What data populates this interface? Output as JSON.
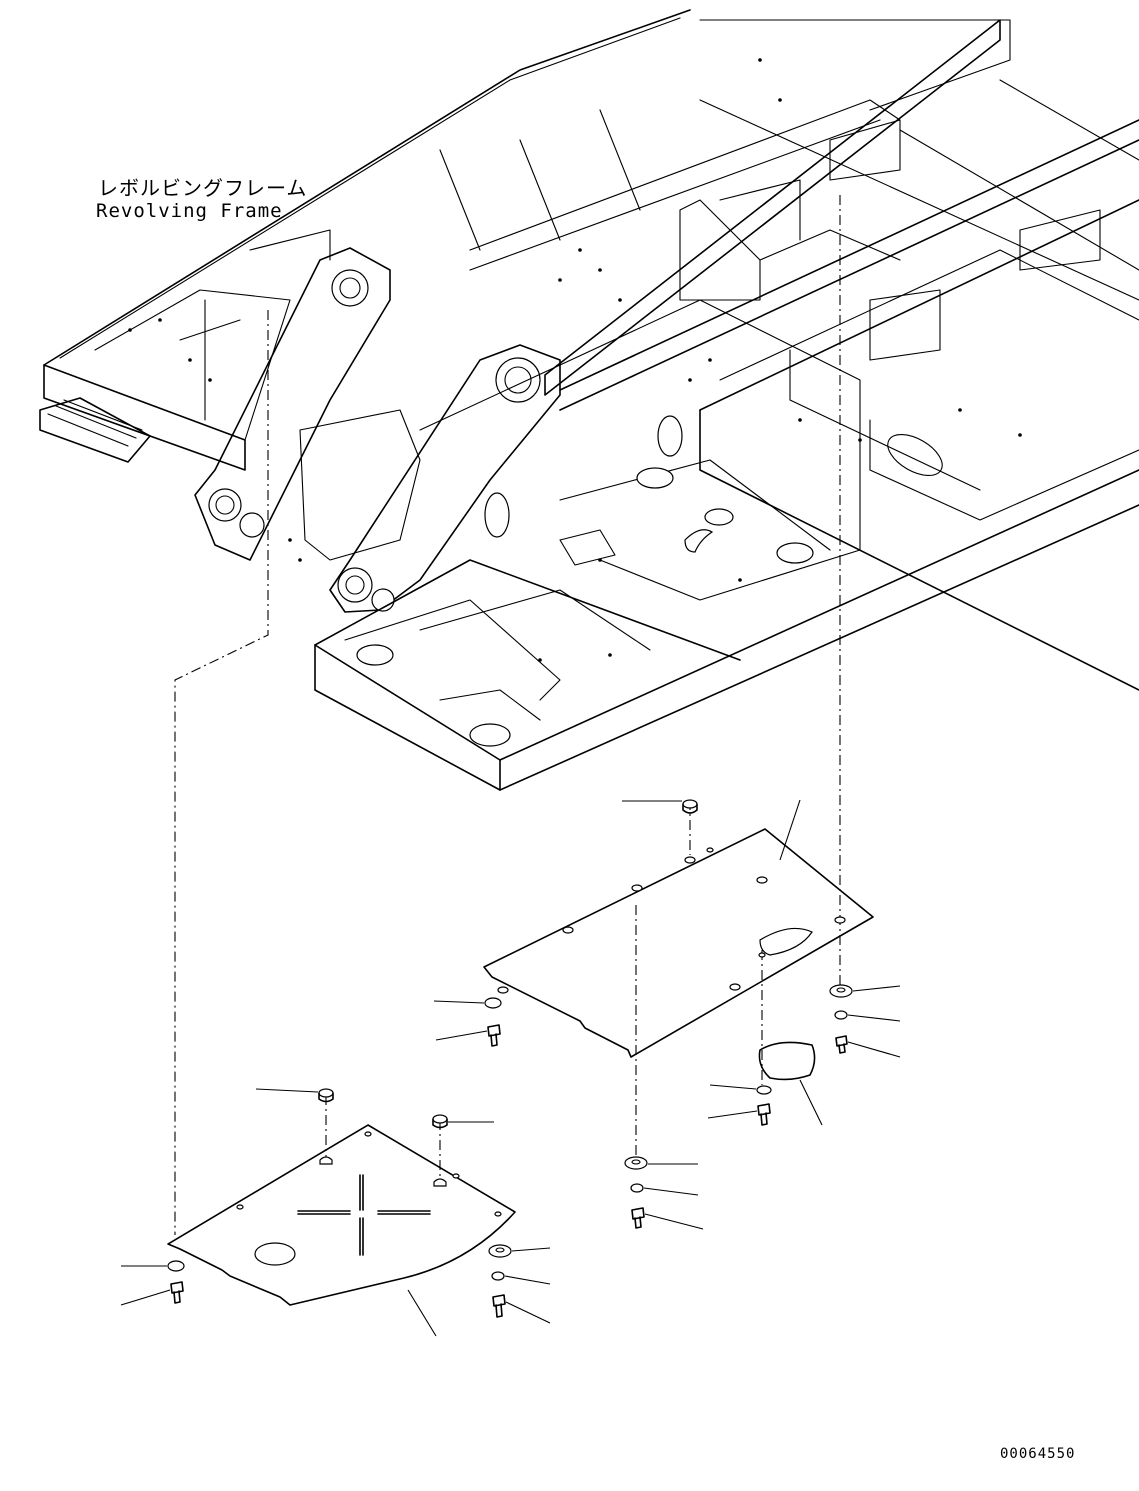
{
  "frame_label": {
    "japanese": "レボルビングフレーム",
    "english": "Revolving Frame"
  },
  "drawing_number": "00064550",
  "parts": {
    "upper_cover_plate": "cover-plate",
    "lower_cover_plate": "cover-plate",
    "small_cover": "cover",
    "fasteners": [
      "bolt",
      "washer",
      "spacer"
    ]
  }
}
